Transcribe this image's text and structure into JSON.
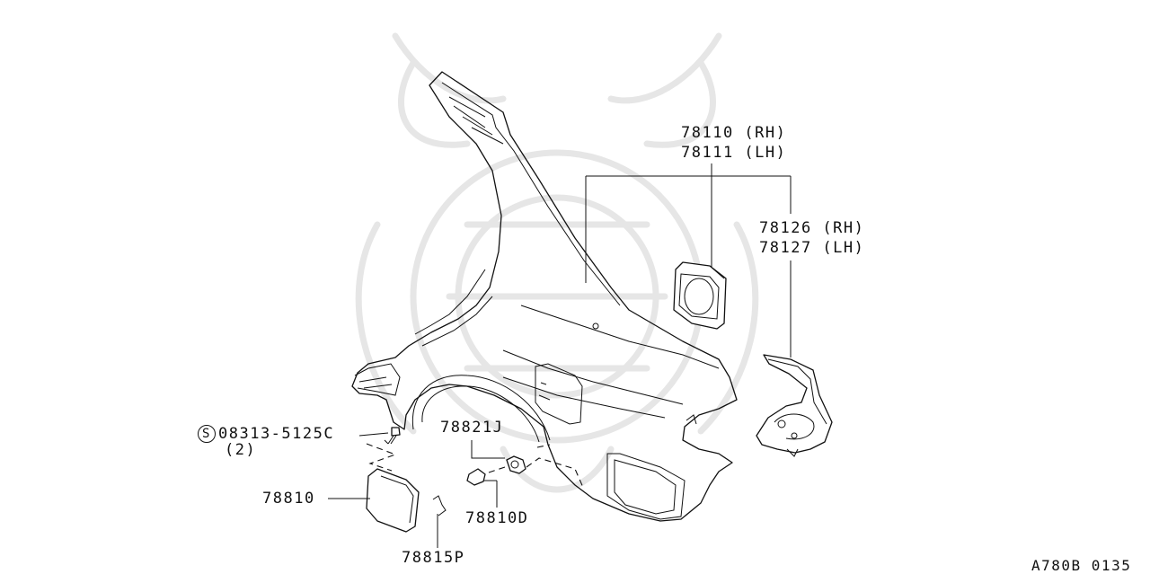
{
  "labels": {
    "fuel_lid_base": [
      "78110 (RH)",
      "78111 (LH)"
    ],
    "wheel_house_ext": [
      "78126 (RH)",
      "78127 (LH)"
    ],
    "screw_part": "08313-5125C",
    "screw_symbol": "S",
    "screw_qty": "(2)",
    "bracket": "78821J",
    "fuel_lid": "78810",
    "bumper": "78810D",
    "spring": "78815P",
    "diagram_code": "A780B 0135"
  }
}
